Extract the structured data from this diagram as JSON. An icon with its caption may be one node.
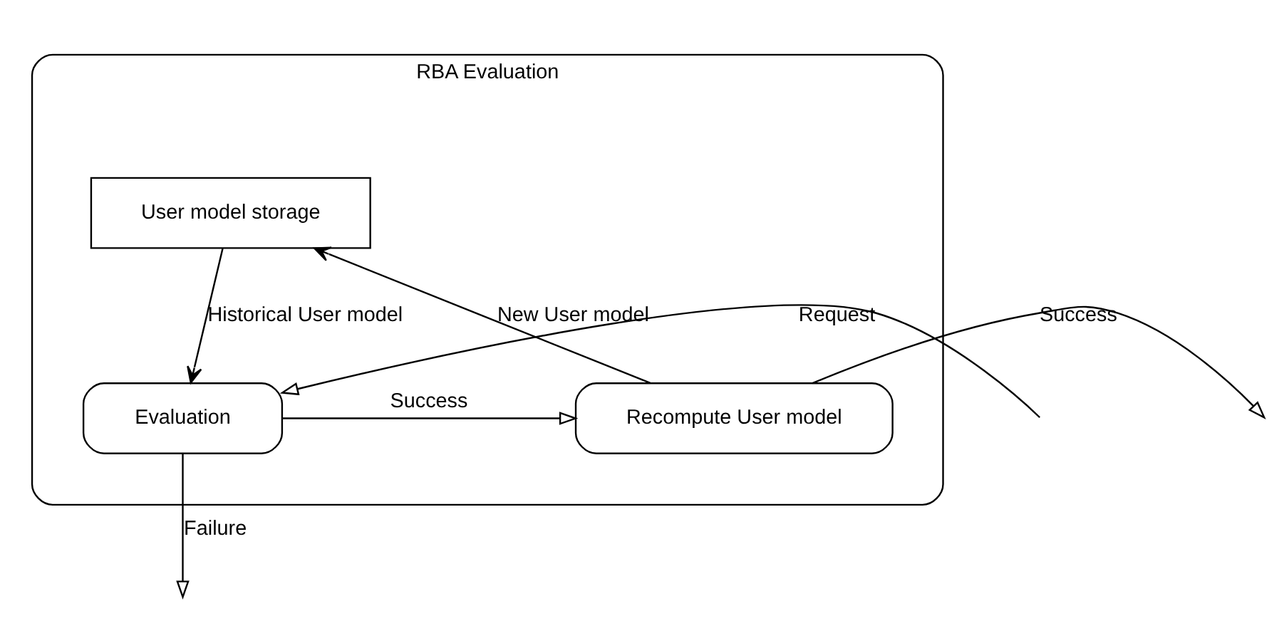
{
  "diagram": {
    "nodes": [
      {
        "text": [
          "RBA Evaluation"
        ]
      },
      {
        "text": [
          "User model storage"
        ],
        "in": 0
      },
      {
        "text": [
          "Evaluation"
        ],
        "in": 0
      },
      {
        "text": [
          "Recompute User model"
        ],
        "in": 0
      }
    ],
    "edges": [
      {
        "from": null,
        "to": 2,
        "arrow": "to",
        "label": "Request"
      },
      {
        "from": 1,
        "to": 2,
        "arrow": "to",
        "label": "Historical User model"
      },
      {
        "from": 2,
        "to": 3,
        "arrow": "to",
        "label": "Success"
      },
      {
        "from": 3,
        "to": 1,
        "arrow": "to",
        "label": "New User model"
      },
      {
        "from": 3,
        "to": null,
        "arrow": "to",
        "label": "Success"
      },
      {
        "from": 2,
        "to": null,
        "arrow": "to",
        "label": "Failure"
      }
    ]
  }
}
